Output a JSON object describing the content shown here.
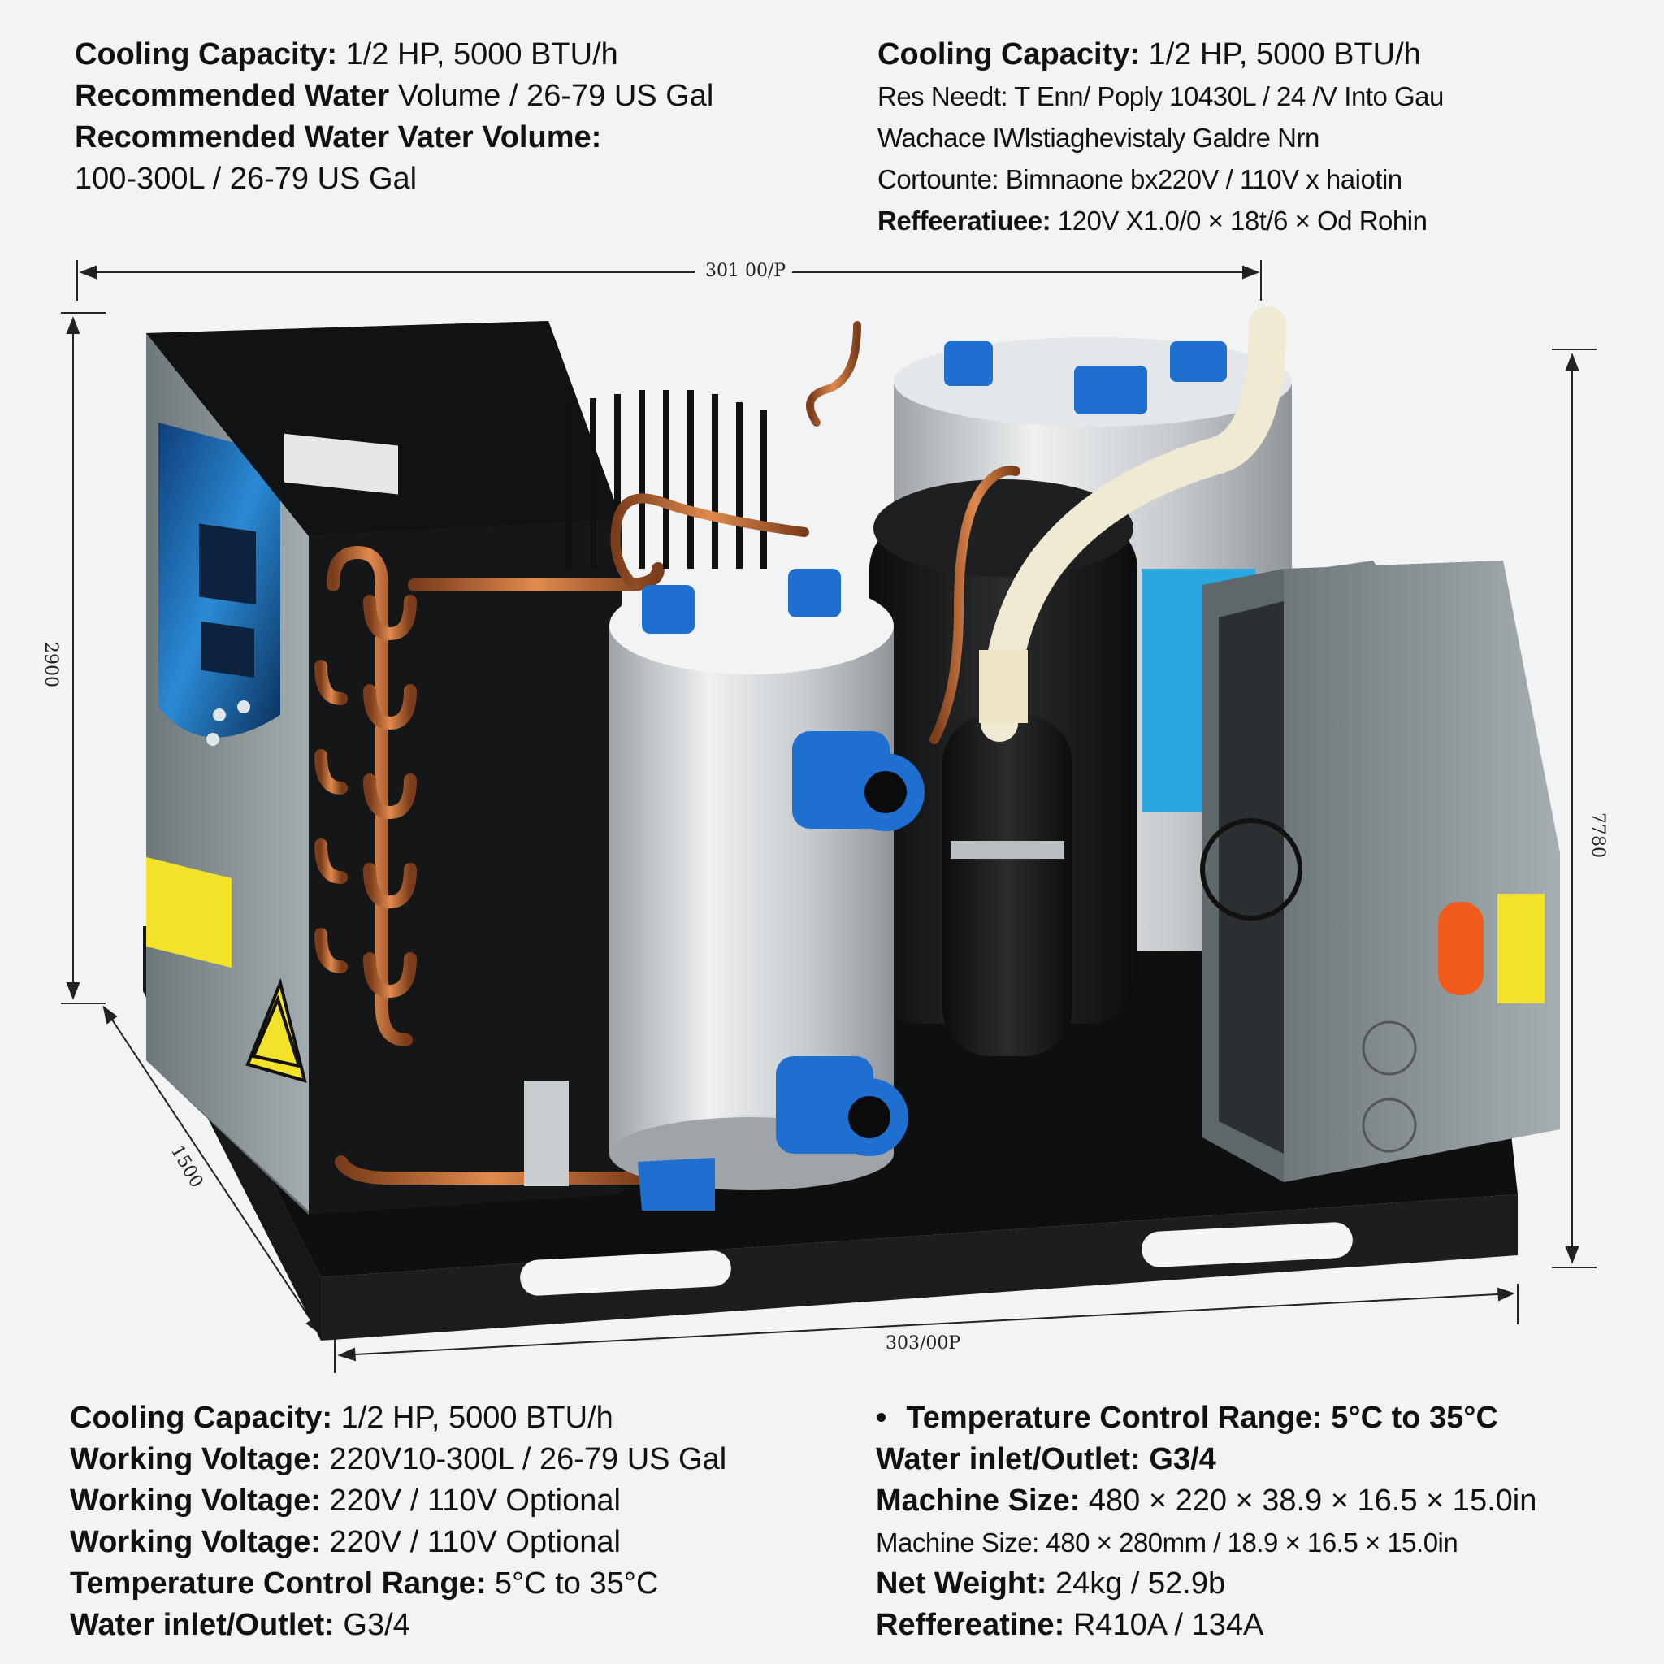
{
  "specs_top_left": [
    {
      "label": "Cooling Capacity:",
      "value": "1/2 HP, 5000 BTU/h"
    },
    {
      "label": "Recommended Water",
      "value": "Volume / 26-79 US Gal"
    },
    {
      "label": "Recommended Water Vater Volume:",
      "value": ""
    },
    {
      "label": "",
      "value": "100-300L / 26-79 US Gal"
    }
  ],
  "specs_top_right": [
    {
      "label": "Cooling Capacity:",
      "value": "1/2 HP, 5000 BTU/h"
    },
    {
      "label": "",
      "value": "Res Needt: T Enn/ Poply 10430L / 24 /V Into Gau"
    },
    {
      "label": "",
      "value": "Wachace IWlstiaghevistaly Galdre Nrn"
    },
    {
      "label": "",
      "value": "Cortounte: Bimnaone bx220V / 110V x haiotin"
    },
    {
      "label": "Reffeeratiuee:",
      "value": "120V X1.0/0 × 18t/6 × Od Rohin"
    }
  ],
  "specs_bottom_left": [
    {
      "label": "Cooling Capacity:",
      "value": "1/2 HP, 5000 BTU/h"
    },
    {
      "label": "Working Voltage:",
      "value": "220V10-300L / 26-79 US Gal"
    },
    {
      "label": "Working Voltage:",
      "value": "220V / 110V Optional"
    },
    {
      "label": "Working Voltage:",
      "value": "220V / 110V Optional"
    },
    {
      "label": "Temperature Control Range:",
      "value": "5°C to 35°C"
    },
    {
      "label": "Water inlet/Outlet:",
      "value": "G3/4"
    }
  ],
  "specs_bottom_right": [
    {
      "label": "Temperature Control Range:",
      "value": "5°C to 35°C"
    },
    {
      "label": "Water inlet/Outlet:",
      "value": "G3/4"
    },
    {
      "label": "Machine Size:",
      "value": "480 × 220 × 38.9 × 16.5 × 15.0in"
    },
    {
      "label": "",
      "value": "Machine Size: 480 × 280mm / 18.9 × 16.5 × 15.0in"
    },
    {
      "label": "Net Weight:",
      "value": "24kg / 52.9b"
    },
    {
      "label": "Reffereatine:",
      "value": "R410A / 134A"
    }
  ],
  "dimensions": {
    "top_width": "301 00/P",
    "bottom_width": "303/00P",
    "left_height": "2900",
    "right_height": "7780",
    "depth": "1500"
  },
  "icons": [
    "warning-triangle-icon",
    "fan-icon",
    "power-switch-icon"
  ],
  "colors": {
    "background": "#f1f3f4",
    "housing_black": "#151617",
    "tank_silver": "#c9cdd0",
    "fitting_blue": "#1f6fd1",
    "copper": "#c0703a",
    "panel_grey": "#8a9497",
    "switch_orange": "#f05a1a",
    "label_yellow": "#f2e22a"
  }
}
